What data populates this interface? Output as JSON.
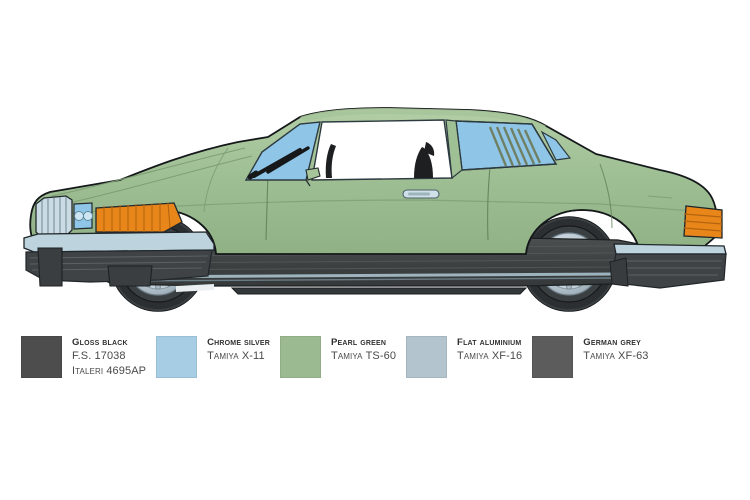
{
  "illustration": {
    "subject": "mercedes-benz-slc-coupe-side-profile",
    "orientation": "left-facing side view",
    "body_color": "#9bbb91",
    "body_shadow": "#8aab80",
    "body_highlight": "#abc89f",
    "outline_color": "#1a1a1a",
    "glass_color": "#8fc6e8",
    "glass_open_color": "#ffffff",
    "chrome_color": "#bdd4de",
    "trim_dark": "#4a4d4d",
    "rocker_dark": "#3f4242",
    "tire_color": "#2a2e30",
    "wheel_color": "#b8c4cc",
    "lamp_amber": "#e8861a",
    "parts": {
      "front_grille": "chrome vertical slat grille",
      "headlight": "blue lens headlamp",
      "front_indicator": "amber ribbed indicator",
      "front_bumper": "chrome bumper over dark ribbed valance",
      "wiper": "black windshield wipers",
      "mirror": "body color door mirror",
      "door_handle": "chrome pull handle",
      "c_pillar_louvre": "louvred rear quarter window",
      "rocker_panel": "dark ribbed side skirt with chrome strip",
      "rear_lamp": "amber ribbed tail lamp",
      "rear_bumper": "chrome bumper over dark ribbed valance",
      "wheels": "alloy bundt-style road wheels"
    }
  },
  "legend": {
    "title": "",
    "entries": [
      {
        "name": "Gloss Black",
        "line2": "F.S. 17038",
        "line3": "Italeri 4695AP",
        "color": "#4d4d4d"
      },
      {
        "name": "Chrome Silver",
        "line2": "Tamiya X-11",
        "line3": "",
        "color": "#a6cde3"
      },
      {
        "name": "Pearl Green",
        "line2": "Tamiya TS-60",
        "line3": "",
        "color": "#9cba92"
      },
      {
        "name": "Flat Aluminium",
        "line2": "Tamiya XF-16",
        "line3": "",
        "color": "#b3c4cf"
      },
      {
        "name": "German Grey",
        "line2": "Tamiya XF-63",
        "line3": "",
        "color": "#5c5c5c"
      }
    ]
  }
}
